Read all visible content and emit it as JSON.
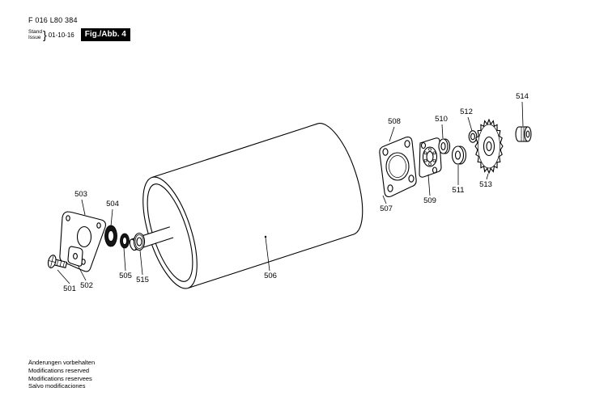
{
  "header": {
    "part_number": "F 016 L80 384",
    "stand_label": "Stand",
    "issue_label": "Issue",
    "brace": "}",
    "date": "01-10-16",
    "figure_label": "Fig./Abb. 4"
  },
  "part_labels": [
    "501",
    "502",
    "503",
    "504",
    "505",
    "506",
    "507",
    "508",
    "509",
    "510",
    "511",
    "512",
    "513",
    "514",
    "515"
  ],
  "footer": {
    "lines": [
      "Änderungen vorbehalten",
      "Modifications reserved",
      "Modifications reservees",
      "Salvo modificaciones"
    ]
  }
}
